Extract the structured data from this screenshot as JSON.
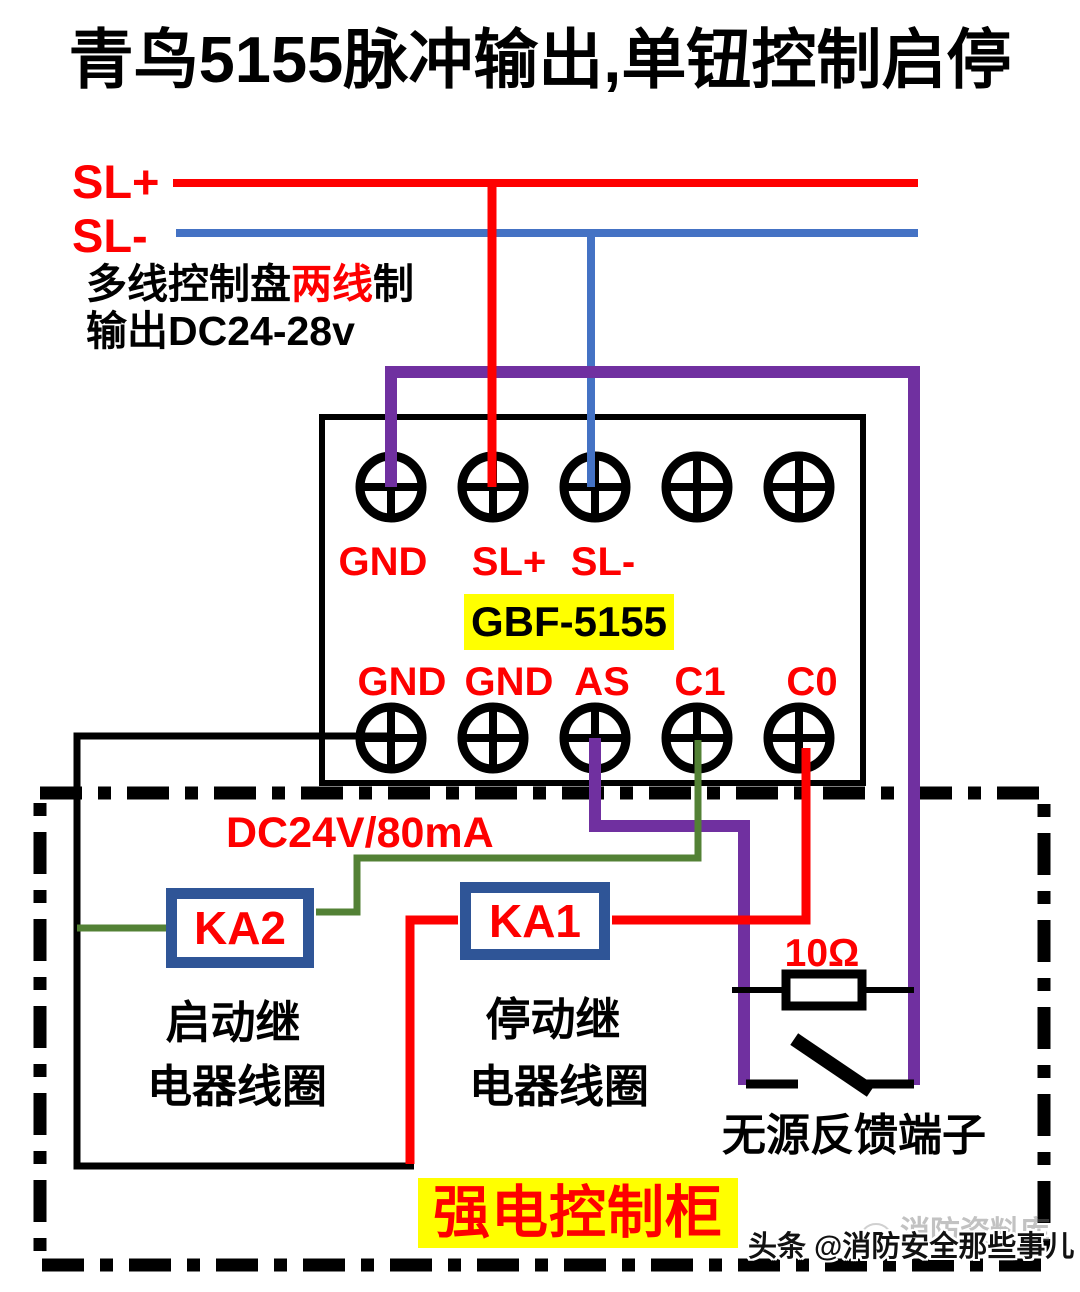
{
  "title": "青鸟5155脉冲输出,单钮控制启停",
  "bus": {
    "sl_plus": "SL+",
    "sl_minus": "SL-",
    "note_prefix": "多线控制盘",
    "note_em": "两线",
    "note_suffix": "制",
    "note_line2": "输出DC24-28v"
  },
  "module": {
    "model": "GBF-5155",
    "top_terminal_labels": [
      "GND",
      "SL+",
      "SL-"
    ],
    "bottom_terminal_labels": [
      "GND",
      "GND",
      "AS",
      "C1",
      "C0"
    ]
  },
  "cabinet": {
    "name": "强电控制柜",
    "power_rating": "DC24V/80mA",
    "start_relay": {
      "name": "KA2",
      "desc1": "启动继",
      "desc2": "电器线圈"
    },
    "stop_relay": {
      "name": "KA1",
      "desc1": "停动继",
      "desc2": "电器线圈"
    },
    "resistor_value": "10Ω",
    "feedback_label": "无源反馈端子"
  },
  "watermark": {
    "byline": "头条 @消防安全那些事儿",
    "faint": "消防资料库"
  },
  "colors": {
    "wire_red": "#fe0000",
    "wire_blue": "#4472c4",
    "wire_purple": "#7030a0",
    "wire_green": "#538135",
    "relay_border_blue": "#2f5597",
    "highlight_yellow": "#ffff00",
    "label_red": "#fe0000"
  }
}
